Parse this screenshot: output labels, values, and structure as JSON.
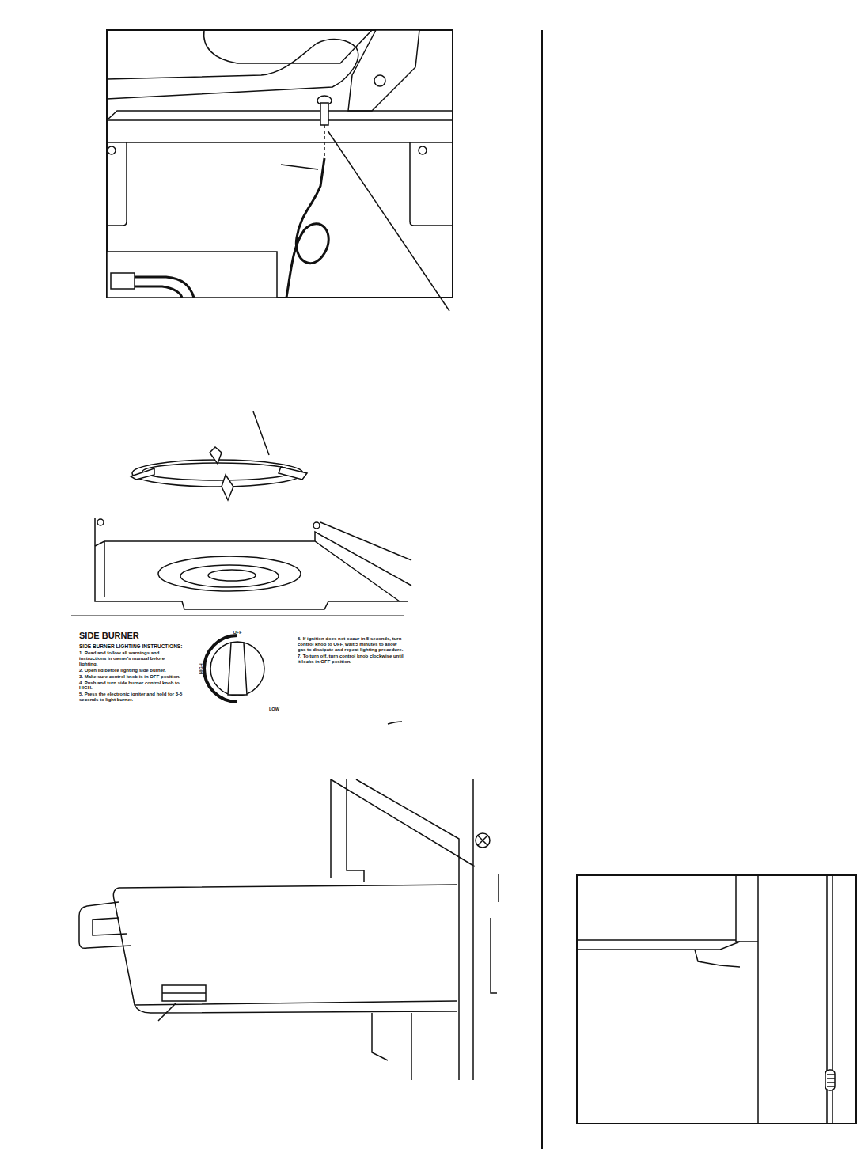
{
  "diagram": {
    "labels": [
      "SIDE BURNER",
      "SIDE BURNER LIGHTING INSTRUCTIONS:",
      "1. Read and follow all warnings and instructions in owner's manual before lighting.",
      "2. Open lid before lighting side burner.",
      "3. Make sure control knob is in OFF position.",
      "4. Push and turn side burner control knob to HIGH.",
      "5. Press the electronic igniter and hold for 3-5 seconds to light burner.",
      "6. If ignition does not occur in 5 seconds, turn control knob to OFF, wait 5 minutes to allow gas to dissipate and repeat lighting procedure.",
      "7. To turn off, turn control knob clockwise until it locks in OFF position.",
      "OFF",
      "HIGH",
      "LOW"
    ]
  }
}
